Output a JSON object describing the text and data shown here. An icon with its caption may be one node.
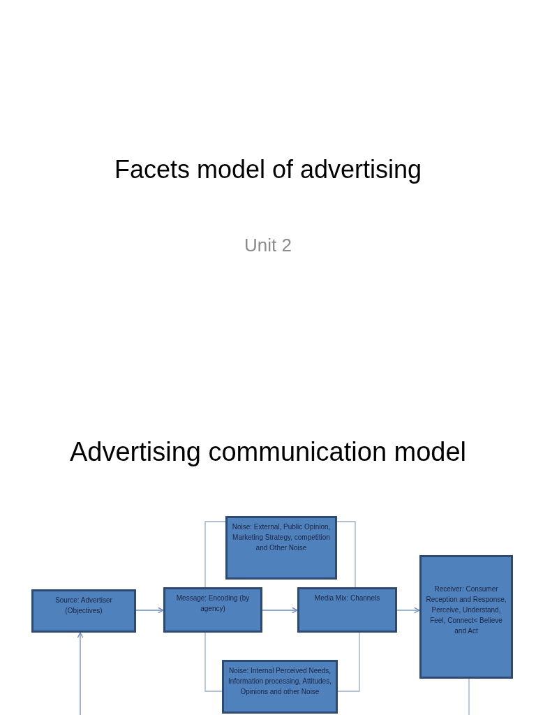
{
  "diagram": {
    "title": "Facets model of advertising",
    "nodes": [
      {
        "text": [
          "Source: Advertiser (Objectives)"
        ]
      },
      {
        "text": [
          "Noise: External, Public Opinion, Marketing Strategy, competition and Other Noise"
        ]
      },
      {
        "text": [
          "Message: Encoding (by agency)"
        ]
      },
      {
        "text": [
          "Media Mix: Channels"
        ]
      },
      {
        "text": [
          "Receiver:  Consumer Reception and Response, Perceive, Understand, Feel, Connect< Believe and Act"
        ]
      },
      {
        "text": [
          "Noise: Internal Perceived Needs, Information processing, Attitudes, Opinions and other Noise"
        ]
      }
    ],
    "edges": [
      {
        "from": 0,
        "to": 2,
        "arrow": "to"
      },
      {
        "from": 2,
        "to": 3,
        "arrow": "to"
      },
      {
        "from": 3,
        "to": 4,
        "arrow": "to"
      },
      {
        "from": 2,
        "to": 1,
        "arrow": "none"
      },
      {
        "from": 1,
        "to": 3,
        "arrow": "none"
      },
      {
        "from": 2,
        "to": 5,
        "arrow": "none"
      },
      {
        "from": 5,
        "to": 3,
        "arrow": "none"
      },
      {
        "from": 4,
        "to": null,
        "arrow": "none"
      },
      {
        "from": null,
        "to": 0,
        "arrow": "to"
      }
    ],
    "labels": [
      "Unit 2",
      "Advertising communication model"
    ]
  }
}
